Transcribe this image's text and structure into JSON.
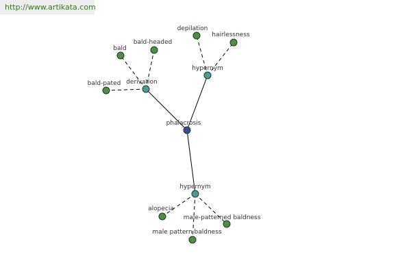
{
  "banner": {
    "url_text": "http://www.artikata.com"
  },
  "colors": {
    "root": "#3d4a96",
    "relation": "#4e9a98",
    "leaf": "#4e8f43",
    "banner_text": "#2f7d12"
  },
  "graph": {
    "root": {
      "id": "phalacrosis",
      "label": "phalacrosis"
    },
    "relations": [
      {
        "id": "derivation",
        "label": "derivation"
      },
      {
        "id": "hypernym-top",
        "label": "hypernym"
      },
      {
        "id": "hypernym-bottom",
        "label": "hypernym"
      }
    ],
    "leaves": [
      {
        "id": "bald",
        "label": "bald",
        "relation": "derivation"
      },
      {
        "id": "bald-headed",
        "label": "bald-headed",
        "relation": "derivation"
      },
      {
        "id": "bald-pated",
        "label": "bald-pated",
        "relation": "derivation"
      },
      {
        "id": "depilation",
        "label": "depilation",
        "relation": "hypernym-top"
      },
      {
        "id": "hairlessness",
        "label": "hairlessness",
        "relation": "hypernym-top"
      },
      {
        "id": "alopecia",
        "label": "alopecia",
        "relation": "hypernym-bottom"
      },
      {
        "id": "male-patterned-baldness",
        "label": "male-patterned baldness",
        "relation": "hypernym-bottom"
      },
      {
        "id": "male-pattern-baldness",
        "label": "male pattern baldness",
        "relation": "hypernym-bottom"
      }
    ]
  }
}
